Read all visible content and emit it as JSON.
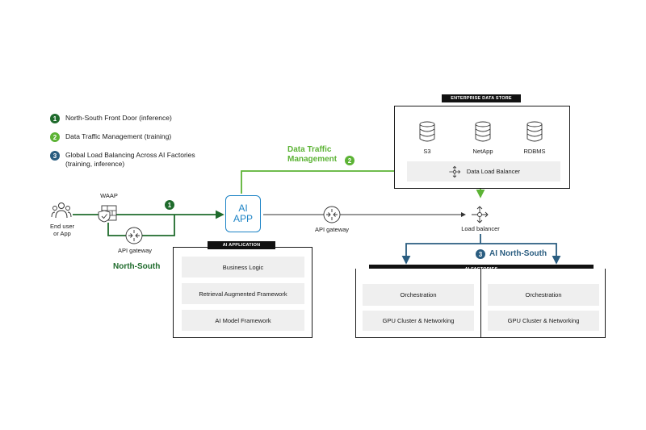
{
  "legend": [
    {
      "num": "1",
      "text": "North-South Front Door (inference)"
    },
    {
      "num": "2",
      "text": "Data Traffic Management (training)"
    },
    {
      "num": "3",
      "text": "Global Load Balancing Across AI Factories",
      "text2": "(training, inference)"
    }
  ],
  "end_user": {
    "line1": "End user",
    "line2": "or App"
  },
  "waap": "WAAP",
  "api_gateway_left": "API gateway",
  "north_south": "North-South",
  "badge1": "1",
  "ai_app": {
    "line1": "AI",
    "line2": "APP"
  },
  "api_gateway_mid": "API gateway",
  "load_balancer": "Load balancer",
  "data_traffic": {
    "line1": "Data Traffic",
    "line2": "Management",
    "num": "2"
  },
  "enterprise_store": {
    "header": "ENTERPRISE DATA STORE",
    "items": [
      "S3",
      "NetApp",
      "RDBMS"
    ],
    "dlb": "Data Load Balancer"
  },
  "ai_application": {
    "header": "AI APPLICATION",
    "items": [
      "Business Logic",
      "Retrieval Augmented Framework",
      "AI Model Framework"
    ]
  },
  "ai_north_south": {
    "num": "3",
    "text": "AI North-South"
  },
  "ai_factories": {
    "header": "AI FACTORIES",
    "left": [
      "Orchestration",
      "GPU Cluster & Networking"
    ],
    "right": [
      "Orchestration",
      "GPU Cluster & Networking"
    ]
  },
  "colors": {
    "dark_green": "#1f6b2c",
    "light_green": "#5cb335",
    "blue": "#2a5d80",
    "app_blue": "#1d84c6"
  }
}
